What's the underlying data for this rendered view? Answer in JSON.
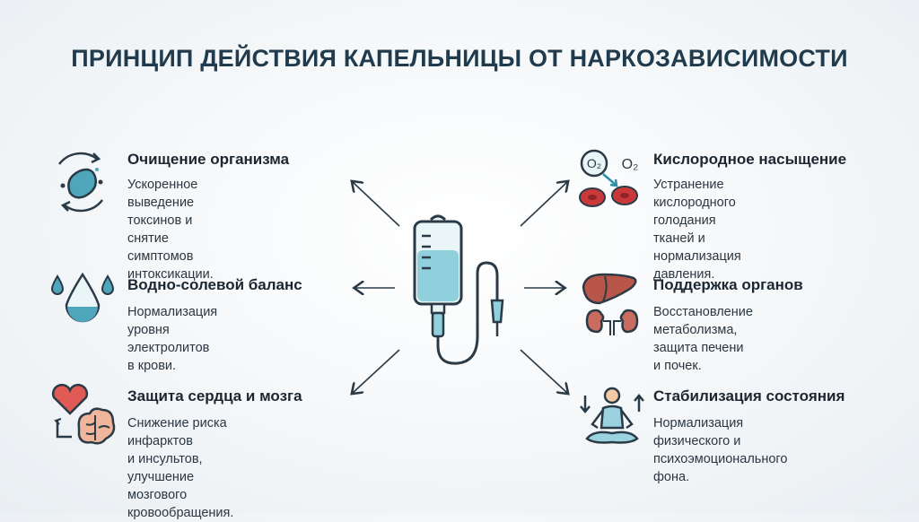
{
  "title": "ПРИНЦИП ДЕЙСТВИЯ КАПЕЛЬНИЦЫ ОТ НАРКОЗАВИСИМОСТИ",
  "center_icon": "iv-drip-icon",
  "left": [
    {
      "heading": "Очищение организма",
      "text": "Ускоренное выведение\nтоксинов и снятие симптомов\nинтоксикации.",
      "icon": "liver-detox-icon"
    },
    {
      "heading": "Водно-солевой баланс",
      "text": "Нормализация уровня\nэлектролитов в крови.",
      "icon": "water-drops-icon"
    },
    {
      "heading": "Защита сердца и мозга",
      "text": "Снижение риска инфарктов\nи инсультов, улучшение мозгового\nкровообращения.",
      "icon": "heart-brain-icon"
    }
  ],
  "right": [
    {
      "heading": "Кислородное насыщение",
      "text": "Устранение кислородного\nголодания тканей и\nнормализация давления.",
      "icon": "oxygen-blood-cells-icon",
      "o2_label_1": "O₂",
      "o2_label_2": "O₂"
    },
    {
      "heading": "Поддержка органов",
      "text": "Восстановление метаболизма,\nзащита печени и почек.",
      "icon": "liver-kidneys-icon"
    },
    {
      "heading": "Стабилизация состояния",
      "text": "Нормализация физического и\nпсихоэмоционального фона.",
      "icon": "meditation-icon"
    }
  ],
  "colors": {
    "title": "#1f3b4d",
    "accent_teal": "#2f8fa6",
    "accent_red": "#d9534f",
    "line": "#2a3a46"
  }
}
